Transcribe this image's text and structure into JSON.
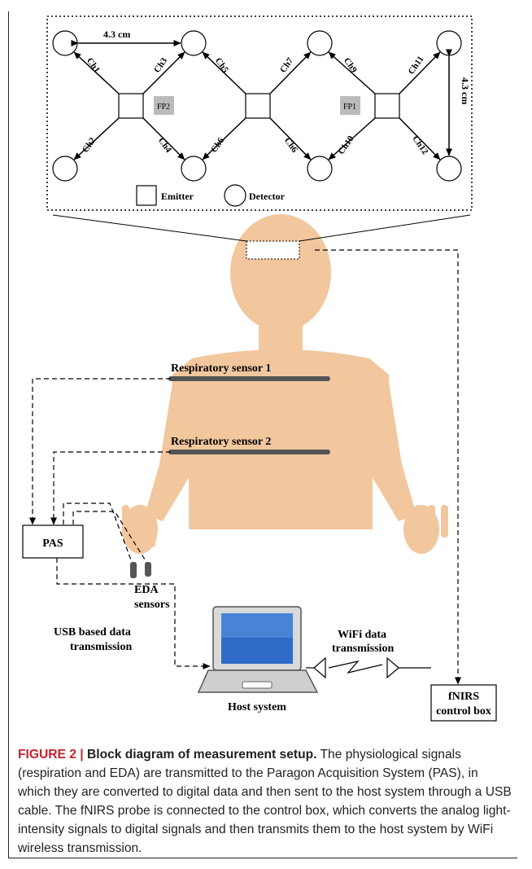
{
  "probe": {
    "spacing_h": "4.3 cm",
    "spacing_v": "4.3 cm",
    "fp2": "FP2",
    "fp1": "FP1",
    "channels": [
      "Ch1",
      "Ch2",
      "Ch3",
      "Ch4",
      "Ch5",
      "Ch6",
      "Ch7",
      "Ch6",
      "Ch9",
      "Ch10",
      "Ch11",
      "Ch12"
    ],
    "legend": {
      "emitter": "Emitter",
      "detector": "Detector"
    }
  },
  "labels": {
    "resp1": "Respiratory sensor 1",
    "resp2": "Respiratory sensor 2",
    "pas": "PAS",
    "eda_line1": "EDA",
    "eda_line2": "sensors",
    "usb_line1": "USB based data",
    "usb_line2": "transmission",
    "wifi_line1": "WiFi data",
    "wifi_line2": "transmission",
    "fnirs_line1": "fNIRS",
    "fnirs_line2": "control box",
    "host": "Host system"
  },
  "caption": {
    "label": "FIGURE 2 |",
    "title": "Block diagram of measurement setup.",
    "text": "The physiological signals (respiration and EDA) are transmitted to the Paragon Acquisition System (PAS), in which they are converted to digital data and then sent to the host system through a USB cable. The fNIRS probe is connected to the control box, which converts the analog light-intensity signals to digital signals and then transmits them to the host system by WiFi wireless transmission."
  },
  "colors": {
    "skin": "#f2c79e",
    "sensor": "#555555",
    "caption_label": "#c8202a"
  }
}
